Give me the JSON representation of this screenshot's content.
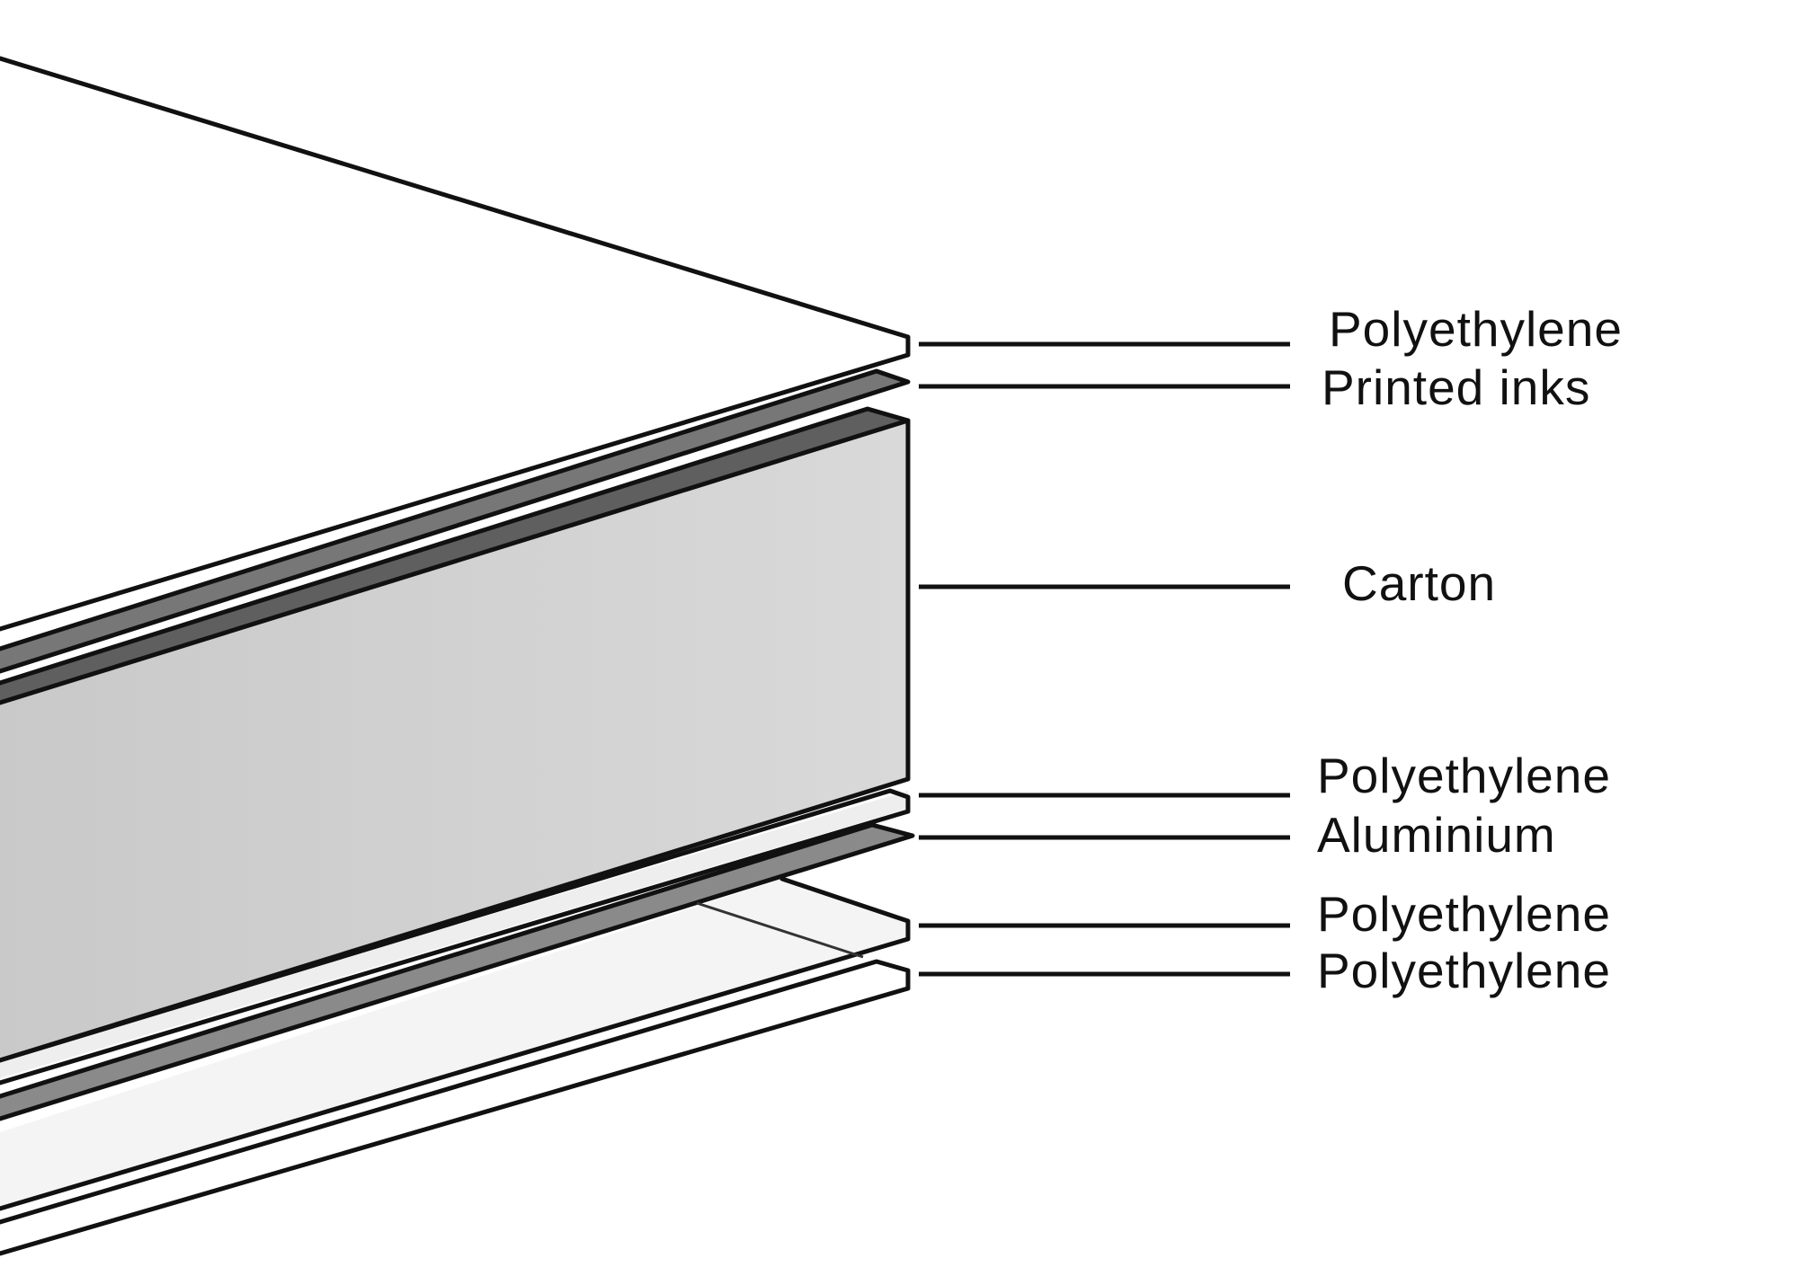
{
  "layers": [
    {
      "label": "Polyethylene"
    },
    {
      "label": "Printed inks"
    },
    {
      "label": "Carton"
    },
    {
      "label": "Polyethylene"
    },
    {
      "label": "Aluminium"
    },
    {
      "label": "Polyethylene"
    },
    {
      "label": "Polyethylene"
    }
  ],
  "colors": {
    "outline": "#111111",
    "top_sheet": "#ffffff",
    "ink_layer": "#777777",
    "carton_face": "#d3d3d3",
    "aluminium_layer": "#8a8a8a",
    "inner_film": "#f4f4f4"
  }
}
